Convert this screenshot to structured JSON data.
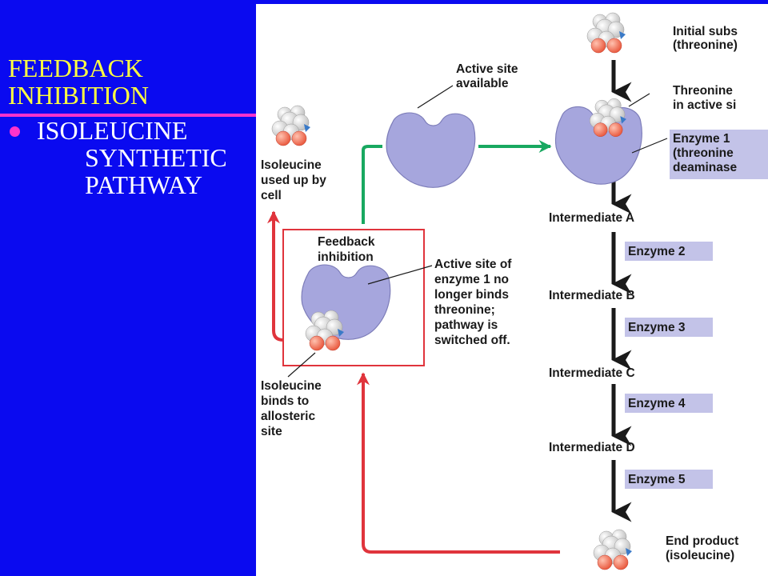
{
  "slide": {
    "title_line1": "FEEDBACK",
    "title_line2": "INHIBITION",
    "bullet_line1": "ISOLEUCINE",
    "bullet_line2": "SYNTHETIC",
    "bullet_line3": "PATHWAY"
  },
  "diagram": {
    "initial_substrate": [
      "Initial subs",
      "(threonine)"
    ],
    "threonine_in_site": [
      "Threonine",
      "in active si"
    ],
    "enzyme1": [
      "Enzyme 1",
      "(threonine",
      "deaminase"
    ],
    "active_site_available": [
      "Active site",
      "available"
    ],
    "isoleucine_used": [
      "Isoleucine",
      "used up by",
      "cell"
    ],
    "feedback_box": [
      "Feedback",
      "inhibition"
    ],
    "active_site_no_bind": [
      "Active site of",
      "enzyme 1 no",
      "longer binds",
      "threonine;",
      "pathway is",
      "switched off."
    ],
    "isoleucine_binds": [
      "Isoleucine",
      "binds to",
      "allosteric",
      "site"
    ],
    "intermediates": [
      "Intermediate A",
      "Intermediate B",
      "Intermediate C",
      "Intermediate D"
    ],
    "enzymes": [
      "Enzyme 2",
      "Enzyme 3",
      "Enzyme 4",
      "Enzyme 5"
    ],
    "end_product": [
      "End product",
      "(isoleucine)"
    ]
  },
  "colors": {
    "background": "#0a0af0",
    "title": "#ffff40",
    "accent": "#ff33cc",
    "enzyme": "#a6a6dd",
    "enzyme_label_bg": "#c3c3e8",
    "green_arrow": "#18a860",
    "red_arrow": "#e0343c"
  }
}
